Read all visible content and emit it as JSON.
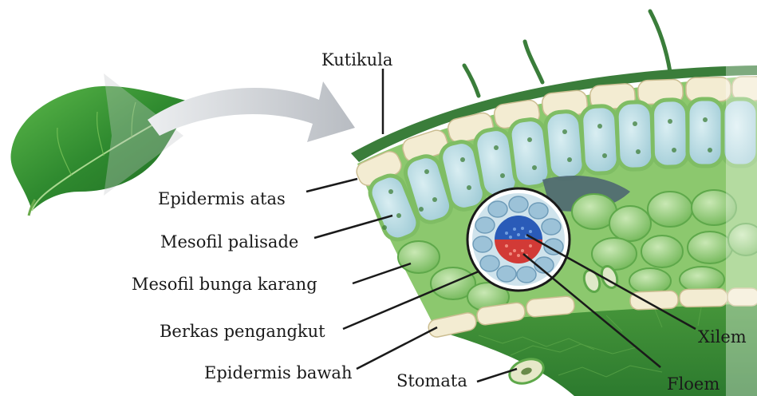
{
  "labels": {
    "kutikula": "Kutikula",
    "epidermis_atas": "Epidermis atas",
    "mesofil_palisade": "Mesofil palisade",
    "mesofil_bunga_karang": "Mesofil bunga karang",
    "berkas_pengangkut": "Berkas pengangkut",
    "epidermis_bawah": "Epidermis bawah",
    "stomata": "Stomata",
    "xilem": "Xilem",
    "floem": "Floem"
  },
  "colors": {
    "leaf_dark": "#2f7a2e",
    "leaf_light": "#7cc45a",
    "palisade_cell": "#b9dfe6",
    "palisade_wall": "#8fc775",
    "epidermis": "#f1ead2",
    "cuticle": "#3a7d3a",
    "xylem": "#2a5bb8",
    "phloem": "#d23a36",
    "arrow": "#c9ccd1"
  }
}
